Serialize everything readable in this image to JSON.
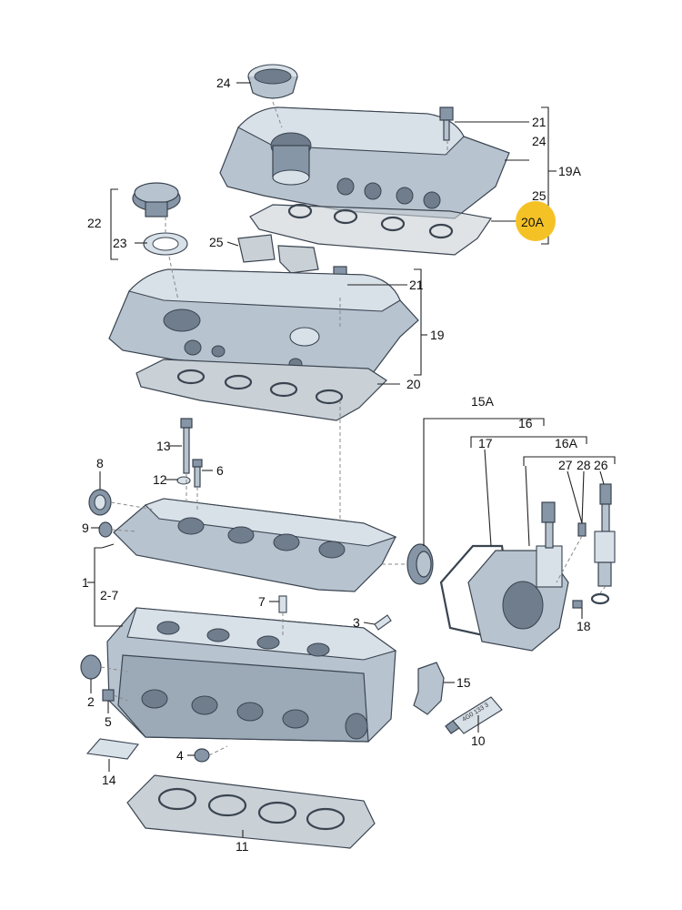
{
  "labels": {
    "l1": "1",
    "l2": "2",
    "l3": "3",
    "l4": "4",
    "l5": "5",
    "l6": "6",
    "l7": "7",
    "l8": "8",
    "l9": "9",
    "l10": "10",
    "l11": "11",
    "l12": "12",
    "l13": "13",
    "l14": "14",
    "l15": "15",
    "l15a": "15A",
    "l16": "16",
    "l16a": "16A",
    "l17": "17",
    "l18": "18",
    "l19": "19",
    "l19a": "19A",
    "l20": "20",
    "l20a": "20A",
    "l21a": "21",
    "l21b": "21",
    "l22": "22",
    "l23": "23",
    "l24a": "24",
    "l24b": "24",
    "l25a": "25",
    "l25b": "25",
    "l26": "26",
    "l27": "27",
    "l28": "28",
    "l2_7": "2-7"
  },
  "tube_print": "4G0 133 3"
}
